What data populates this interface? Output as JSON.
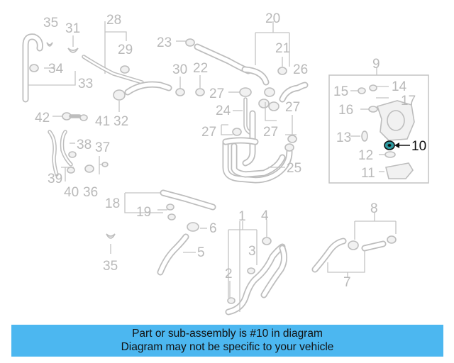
{
  "diagram": {
    "highlighted_part": "10",
    "part_labels": {
      "p1": "1",
      "p2": "2",
      "p3": "3",
      "p4": "4",
      "p5": "5",
      "p6": "6",
      "p7": "7",
      "p8": "8",
      "p9": "9",
      "p10": "10",
      "p11": "11",
      "p12": "12",
      "p13": "13",
      "p14": "14",
      "p15": "15",
      "p16": "16",
      "p17": "17",
      "p18": "18",
      "p19": "19",
      "p20": "20",
      "p21": "21",
      "p22": "22",
      "p23": "23",
      "p24": "24",
      "p25": "25",
      "p26": "26",
      "p27a": "27",
      "p27b": "27",
      "p27c": "27",
      "p27d": "27",
      "p28": "28",
      "p29": "29",
      "p30": "30",
      "p31": "31",
      "p32": "32",
      "p33": "33",
      "p34": "34",
      "p35a": "35",
      "p35b": "35",
      "p36": "36",
      "p37": "37",
      "p38": "38",
      "p39": "39",
      "p40": "40",
      "p41": "41",
      "p42": "42"
    }
  },
  "banner": {
    "line1": "Part or sub-assembly is #10 in diagram",
    "line2": "Diagram may not be specific to your vehicle",
    "color": "#4cb7f0"
  }
}
